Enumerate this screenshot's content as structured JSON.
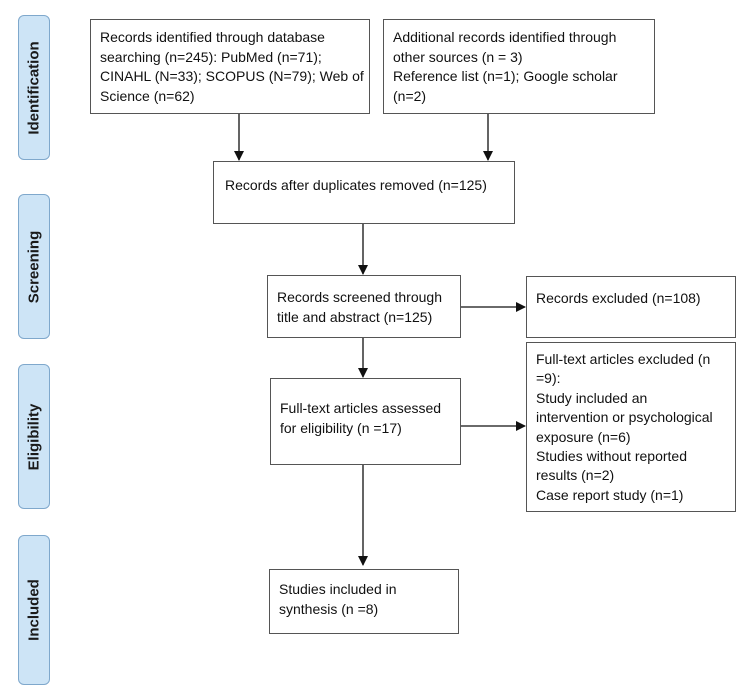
{
  "stages": {
    "identification": "Identification",
    "screening": "Screening",
    "eligibility": "Eligibility",
    "included": "Included"
  },
  "boxes": {
    "database": [
      "Records identified through database",
      "searching (n=245): PubMed (n=71);",
      "CINAHL (N=33); SCOPUS (N=79); Web of",
      "Science (n=62)"
    ],
    "additional": [
      "Additional records identified through",
      "other sources (n = 3)",
      "Reference list (n=1); Google scholar",
      "(n=2)"
    ],
    "duplicates": [
      "Records after duplicates removed (n=125)"
    ],
    "screened": [
      "Records screened through",
      "title and abstract (n=125)"
    ],
    "excluded_records": [
      "Records excluded (n=108)"
    ],
    "fulltext_assessed": [
      "Full-text articles assessed",
      "for eligibility (n =17)"
    ],
    "fulltext_excluded": [
      "Full-text articles excluded (n",
      "=9):",
      "Study included an",
      "intervention or psychological",
      "exposure (n=6)",
      "Studies without reported",
      "results (n=2)",
      "Case report study (n=1)"
    ],
    "included": [
      "Studies included in",
      "synthesis (n =8)"
    ]
  }
}
